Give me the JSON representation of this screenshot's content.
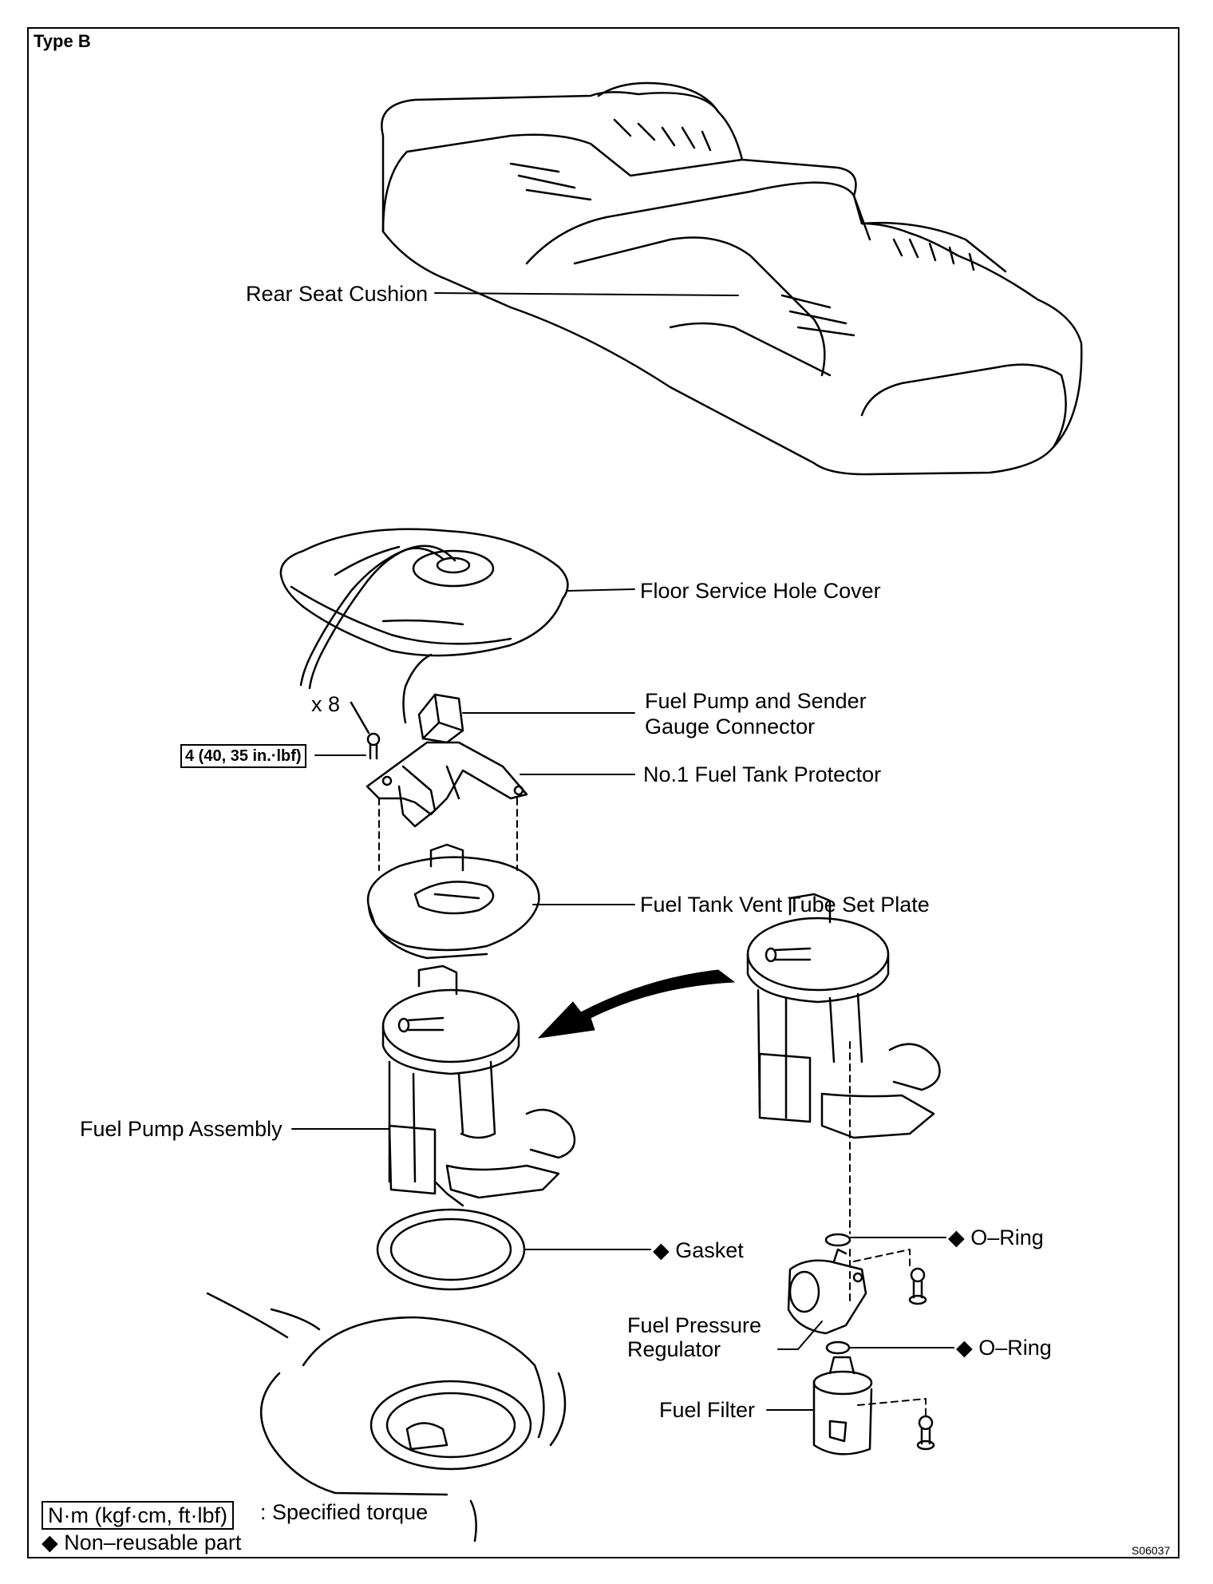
{
  "header": {
    "type_label": "Type B"
  },
  "labels": {
    "rear_seat_cushion": "Rear Seat Cushion",
    "floor_service_hole_cover": "Floor Service Hole Cover",
    "connector_line1": "Fuel Pump and Sender",
    "connector_line2": "Gauge Connector",
    "quantity": "x 8",
    "torque_value": "4 (40, 35 in.·lbf)",
    "no1_fuel_tank_protector": "No.1 Fuel Tank Protector",
    "vent_tube_set_plate": "Fuel Tank Vent Tube Set Plate",
    "fuel_pump_assembly": "Fuel Pump Assembly",
    "gasket": "◆ Gasket",
    "o_ring_upper": "◆ O–Ring",
    "o_ring_lower": "◆ O–Ring",
    "pressure_regulator_line1": "Fuel  Pressure",
    "pressure_regulator_line2": "Regulator",
    "fuel_filter": "Fuel Filter"
  },
  "legend": {
    "torque_unit": "N·m (kgf·cm, ft·lbf)",
    "torque_desc": ": Specified torque",
    "non_reusable": "◆ Non–reusable part"
  },
  "figure_code": "S06037"
}
